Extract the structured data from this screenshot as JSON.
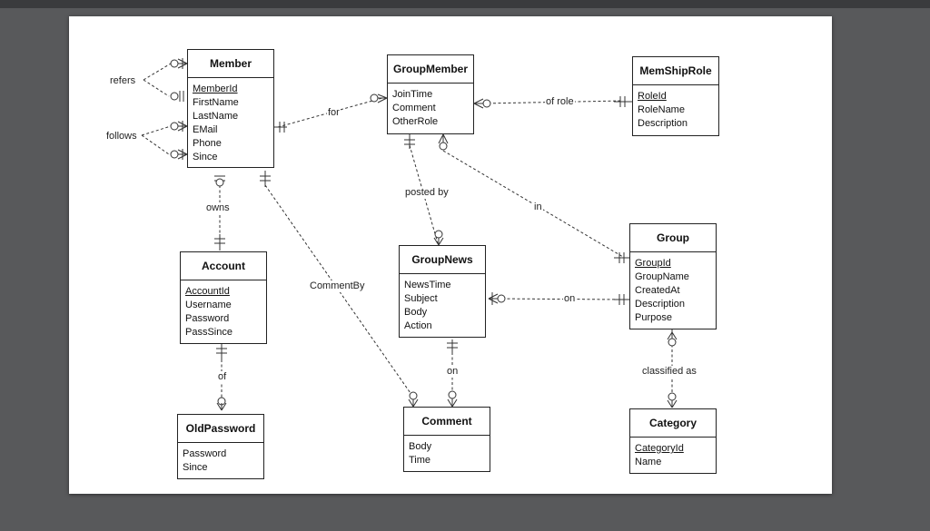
{
  "diagram": {
    "entities": {
      "member": {
        "name": "Member",
        "attributes": [
          {
            "text": "MemberId",
            "pk": true
          },
          {
            "text": "FirstName"
          },
          {
            "text": "LastName"
          },
          {
            "text": "EMail"
          },
          {
            "text": "Phone"
          },
          {
            "text": "Since"
          }
        ]
      },
      "groupmember": {
        "name": "GroupMember",
        "attributes": [
          {
            "text": "JoinTime"
          },
          {
            "text": "Comment"
          },
          {
            "text": "OtherRole"
          }
        ]
      },
      "memshiprole": {
        "name": "MemShipRole",
        "attributes": [
          {
            "text": "RoleId",
            "pk": true
          },
          {
            "text": "RoleName"
          },
          {
            "text": "Description"
          }
        ]
      },
      "account": {
        "name": "Account",
        "attributes": [
          {
            "text": "AccountId",
            "pk": true
          },
          {
            "text": "Username"
          },
          {
            "text": "Password"
          },
          {
            "text": "PassSince"
          }
        ]
      },
      "groupnews": {
        "name": "GroupNews",
        "attributes": [
          {
            "text": "NewsTime"
          },
          {
            "text": "Subject"
          },
          {
            "text": "Body"
          },
          {
            "text": "Action"
          }
        ]
      },
      "group": {
        "name": "Group",
        "attributes": [
          {
            "text": "GroupId",
            "pk": true
          },
          {
            "text": "GroupName"
          },
          {
            "text": "CreatedAt"
          },
          {
            "text": "Description"
          },
          {
            "text": "Purpose"
          }
        ]
      },
      "oldpassword": {
        "name": "OldPassword",
        "attributes": [
          {
            "text": "Password"
          },
          {
            "text": "Since"
          }
        ]
      },
      "comment": {
        "name": "Comment",
        "attributes": [
          {
            "text": "Body"
          },
          {
            "text": "Time"
          }
        ]
      },
      "category": {
        "name": "Category",
        "attributes": [
          {
            "text": "CategoryId",
            "pk": true
          },
          {
            "text": "Name"
          }
        ]
      }
    },
    "relationships": {
      "refers": "refers",
      "follows": "follows",
      "for": "for",
      "of_role": "of role",
      "owns": "owns",
      "posted_by": "posted by",
      "in": "in",
      "comment_by": "CommentBy",
      "on_group": "on",
      "of": "of",
      "on_news": "on",
      "classified_as": "classified as"
    }
  }
}
